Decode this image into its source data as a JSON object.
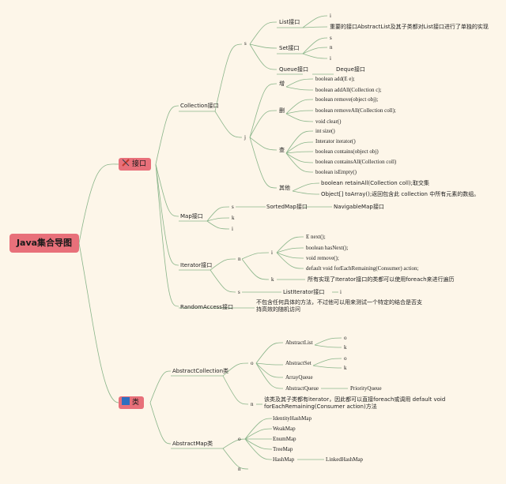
{
  "title": "Java集合导图",
  "interface_hub": "接口",
  "class_hub": "类",
  "collection": "Collection接口",
  "list": "List接口",
  "list_i": "i",
  "list_note": "重要的接口AbstractList及其子类都对List接口进行了单独的实现",
  "set": "Set接口",
  "set_s": "s",
  "set_n": "n",
  "set_i": "i",
  "queue": "Queue接口",
  "deque": "Deque接口",
  "s1": "s",
  "j1": "j",
  "add": "增",
  "add_m1": "boolean add(E e);",
  "add_m2": "boolean addAll(Collection c);",
  "del": "删",
  "del_m1": "boolean remove(object obj);",
  "del_m2": "boolean removeAll(Collection coll);",
  "del_m3": "void clear()",
  "query": "查",
  "q_m1": "int size()",
  "q_m2": "Interator iterator()",
  "q_m3": "boolean contains(object obj)",
  "q_m4": "boolean containsAll(Collection coll)",
  "q_m5": "boolean isEmpty()",
  "other": "其他",
  "o_m1": "boolean retainAll(Collection coll);取交集",
  "o_m2": "Object[] toArray();返回包含此 collection 中所有元素的数组。",
  "map": "Map接口",
  "map_s": "s",
  "map_k": "k",
  "map_i": "i",
  "sortedmap": "SortedMap接口",
  "navmap": "NavigableMap接口",
  "iterator": "Iterator接口",
  "it_n": "n",
  "it_i": "i",
  "it_m1": "E next();",
  "it_m2": "boolean hasNext();",
  "it_m3": "void remove();",
  "it_m4": "default void forEachRemaining(Consumer) action;",
  "it_k": "k",
  "it_k_note": "所有实现了Iterator接口的类都可以使用foreach来进行遍历",
  "it_s": "s",
  "listiterator": "ListIterator接口",
  "li_i": "i",
  "randomaccess": "RandomAccess接口",
  "ra_note": "不包含任何具体的方法，不过他可以用来测试一个特定的结合是否支持高效的随机访问",
  "abscoll": "AbstractCollection类",
  "ac_o": "o",
  "abslist": "AbstractList",
  "al_o": "o",
  "al_k": "k",
  "absset": "AbstractSet",
  "as_o": "o",
  "as_k": "k",
  "arrayqueue": "ArrayQueue",
  "absqueue": "AbstractQueue",
  "prioqueue": "PriorityQueue",
  "ac_n": "n",
  "ac_note": "该类及其子类都有iterator，因此都可以直接foreach或调用 default void forEachRemaining(Consumer action)方法",
  "absmap": "AbstractMap类",
  "am_o": "o",
  "identity": "IdentityHashMap",
  "weak": "WeakMap",
  "enum": "EnumMap",
  "tree": "TreeMap",
  "hash": "HashMap",
  "linked": "LinkedHashMap",
  "am_n": "n"
}
